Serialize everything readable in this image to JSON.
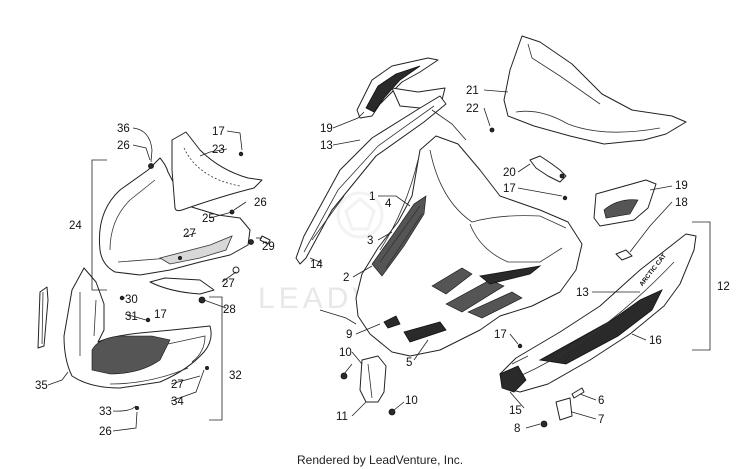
{
  "watermark": "LEADVENTURE",
  "footer": "Rendered by LeadVenture, Inc.",
  "callouts": [
    "1",
    "2",
    "3",
    "4",
    "5",
    "6",
    "7",
    "8",
    "9",
    "10",
    "10",
    "11",
    "12",
    "13",
    "13",
    "14",
    "15",
    "16",
    "17",
    "17",
    "17",
    "17",
    "18",
    "19",
    "19",
    "20",
    "21",
    "22",
    "23",
    "24",
    "25",
    "26",
    "26",
    "26",
    "27",
    "27",
    "27",
    "28",
    "29",
    "30",
    "31",
    "32",
    "33",
    "34",
    "35",
    "36"
  ],
  "decal_text": "ARCTIC CAT"
}
